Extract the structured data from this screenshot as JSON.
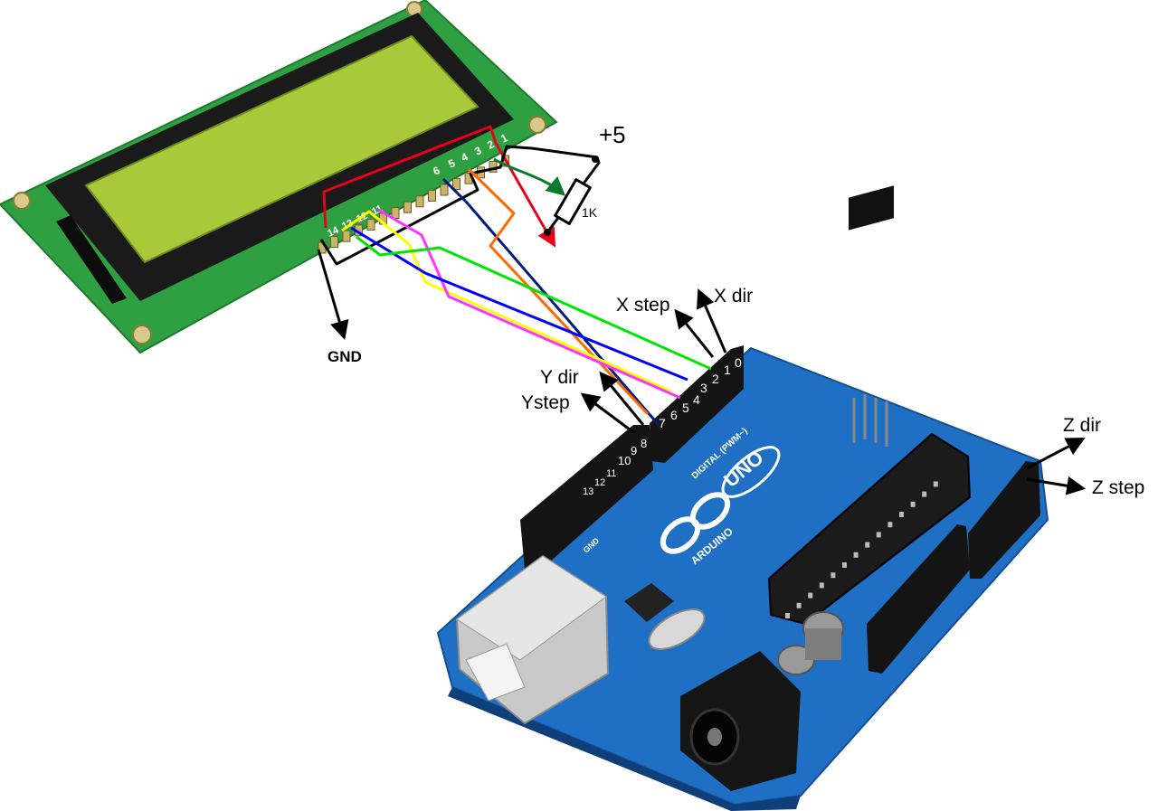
{
  "labels": {
    "plus5": "+5",
    "resistor": "1K",
    "gnd": "GND",
    "x_step": "X step",
    "x_dir": "X dir",
    "y_dir": "Y dir",
    "y_step": "Ystep",
    "z_dir": "Z dir",
    "z_step": "Z step"
  },
  "lcd_pins": {
    "right": [
      "6",
      "5",
      "4",
      "3",
      "2",
      "1"
    ],
    "left": [
      "14",
      "13",
      "12",
      "11"
    ]
  },
  "arduino_pins": {
    "high": [
      "3",
      "2",
      "1",
      "0"
    ],
    "mid": [
      "7",
      "6",
      "5",
      "4"
    ],
    "low": [
      "13",
      "12",
      "11",
      "10",
      "9",
      "8"
    ]
  },
  "board_text": {
    "brand": "ARDUINO",
    "model": "UNO",
    "digital": "DIGITAL (PWM~)",
    "gnd": "GND"
  },
  "wire_colors": {
    "power": "#e8001c",
    "ground": "#000000",
    "contrast": "#0a7a2e",
    "rs": "#001a80",
    "enable": "#ff6a00",
    "d4": "#ffff00",
    "d5": "#ff33ff",
    "d6": "#0000ff",
    "d7": "#00e600"
  }
}
